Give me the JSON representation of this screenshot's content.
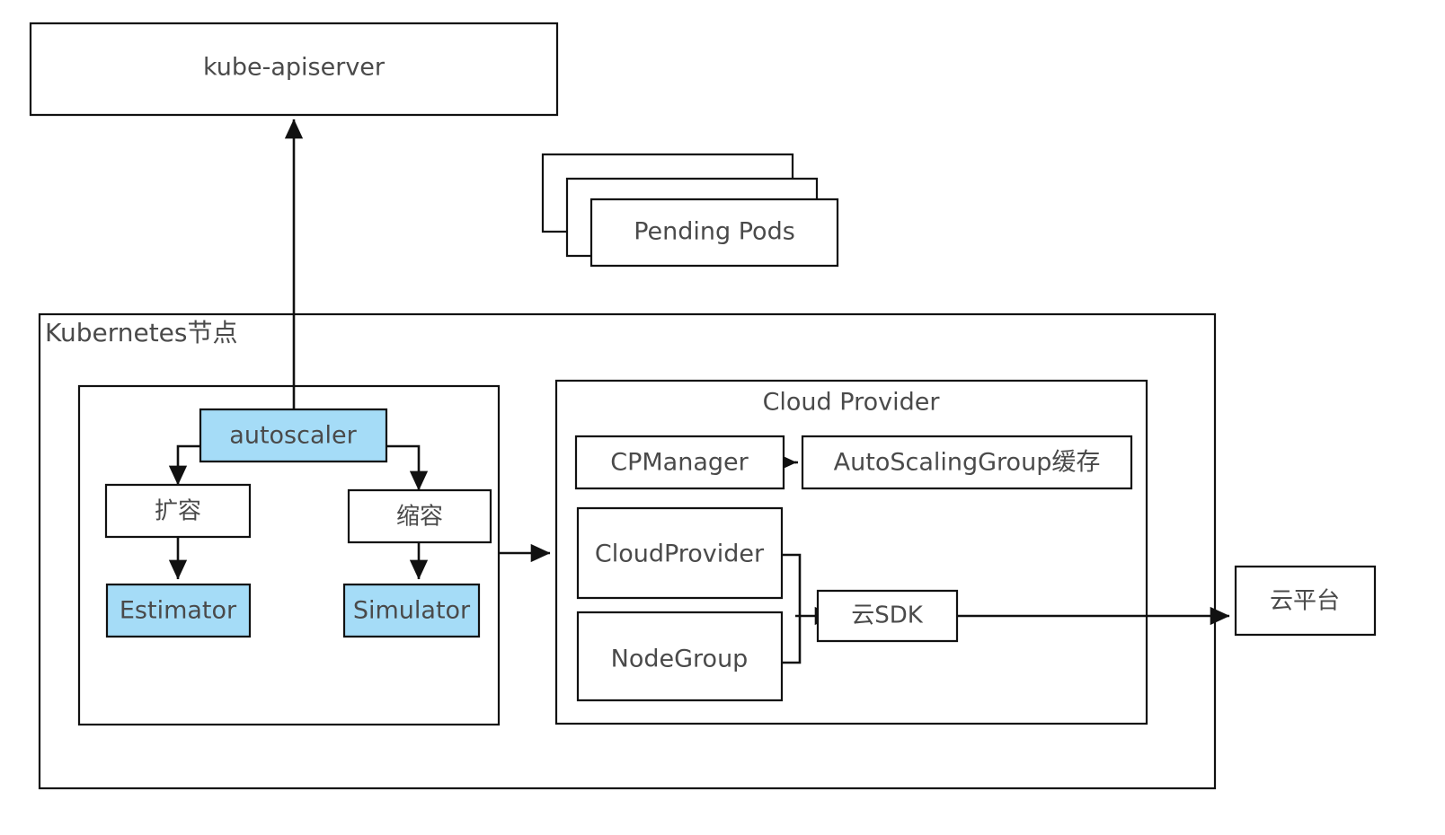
{
  "diagram": {
    "title": "Kubernetes Cluster Autoscaler architecture",
    "accent_color": "#a5dcf7",
    "line_color": "#111111",
    "text_color": "#4a4a4a",
    "background": "#ffffff"
  },
  "nodes": {
    "kube_apiserver": {
      "label": "kube-apiserver",
      "style": "white"
    },
    "pending_pods": {
      "label": "Pending Pods",
      "style": "white",
      "stack_count": 3
    },
    "k8s_node_group": {
      "label": "Kubernetes节点",
      "style": "container"
    },
    "autoscaler_group": {
      "label": "",
      "style": "container"
    },
    "autoscaler": {
      "label": "autoscaler",
      "style": "blue"
    },
    "scale_up": {
      "label": "扩容",
      "style": "white"
    },
    "scale_down": {
      "label": "缩容",
      "style": "white"
    },
    "estimator": {
      "label": "Estimator",
      "style": "blue"
    },
    "simulator": {
      "label": "Simulator",
      "style": "blue"
    },
    "cloud_provider_group": {
      "label": "Cloud Provider",
      "style": "container"
    },
    "cpmanager": {
      "label": "CPManager",
      "style": "white"
    },
    "asg_cache": {
      "label": "AutoScalingGroup缓存",
      "style": "white"
    },
    "cloudprovider": {
      "label": "CloudProvider",
      "style": "white"
    },
    "nodegroup": {
      "label": "NodeGroup",
      "style": "white"
    },
    "cloud_sdk": {
      "label": "云SDK",
      "style": "white"
    },
    "cloud_platform": {
      "label": "云平台",
      "style": "white"
    }
  },
  "edges": [
    {
      "from": "autoscaler",
      "to": "kube_apiserver",
      "arrow": "up"
    },
    {
      "from": "autoscaler",
      "to": "scale_up",
      "arrow": "down"
    },
    {
      "from": "autoscaler",
      "to": "scale_down",
      "arrow": "down"
    },
    {
      "from": "scale_up",
      "to": "estimator",
      "arrow": "down"
    },
    {
      "from": "scale_down",
      "to": "simulator",
      "arrow": "down"
    },
    {
      "from": "autoscaler_group",
      "to": "cloud_provider_group",
      "arrow": "right"
    },
    {
      "from": "cpmanager",
      "to": "asg_cache",
      "arrow": "right"
    },
    {
      "from": "cloudprovider",
      "to": "cloud_sdk",
      "arrow": "right"
    },
    {
      "from": "nodegroup",
      "to": "cloud_sdk",
      "arrow": "right"
    },
    {
      "from": "cloud_sdk",
      "to": "cloud_platform",
      "arrow": "right"
    }
  ]
}
